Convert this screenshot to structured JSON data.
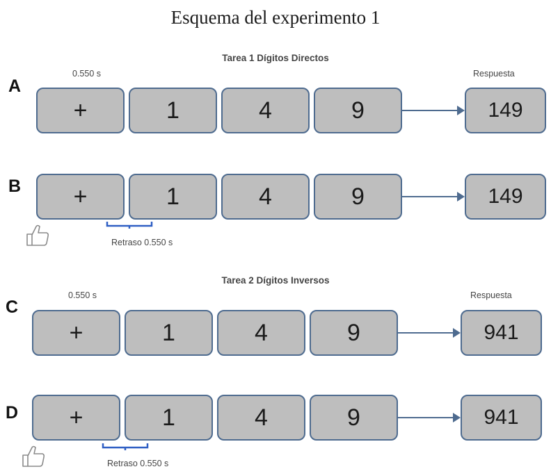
{
  "title": "Esquema del experimento 1",
  "tasks": [
    {
      "title": "Tarea 1 Dígitos Directos",
      "duration_label": "0.550 s",
      "response_label": "Respuesta"
    },
    {
      "title": "Tarea 2  Dígitos Inversos",
      "duration_label": "0.550 s",
      "response_label": "Respuesta"
    }
  ],
  "rows": [
    {
      "letter": "A",
      "stimuli": [
        "+",
        "1",
        "4",
        "9"
      ],
      "response": "149",
      "delay_label": ""
    },
    {
      "letter": "B",
      "stimuli": [
        "+",
        "1",
        "4",
        "9"
      ],
      "response": "149",
      "delay_label": "Retraso 0.550 s"
    },
    {
      "letter": "C",
      "stimuli": [
        "+",
        "1",
        "4",
        "9"
      ],
      "response": "941",
      "delay_label": ""
    },
    {
      "letter": "D",
      "stimuli": [
        "+",
        "1",
        "4",
        "9"
      ],
      "response": "941",
      "delay_label": "Retraso 0.550 s"
    }
  ],
  "icons": {
    "response_icon": "thumbs-up-icon"
  },
  "colors": {
    "box_fill": "#bebebe",
    "box_border": "#4e6b8f",
    "bracket": "#2f5fc4",
    "arrow": "#4e6b8f"
  }
}
